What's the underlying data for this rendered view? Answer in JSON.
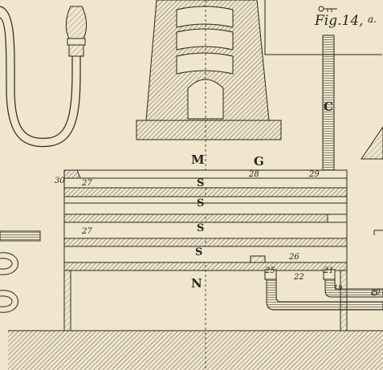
{
  "figure": {
    "label": "Fig.14,",
    "sub": "a."
  },
  "letters": {
    "M": "M",
    "G": "G",
    "C": "C",
    "N": "N",
    "S": "S"
  },
  "numbers": {
    "n20": "20",
    "n21": "21",
    "n22": "22",
    "n26": "26",
    "n27a": "27",
    "n27b": "27",
    "n28": "28",
    "n29": "29",
    "n30": "30",
    "n25": "25",
    "n19": "19"
  },
  "colors": {
    "paper": "#efe6cd",
    "ink": "#2a2520"
  }
}
